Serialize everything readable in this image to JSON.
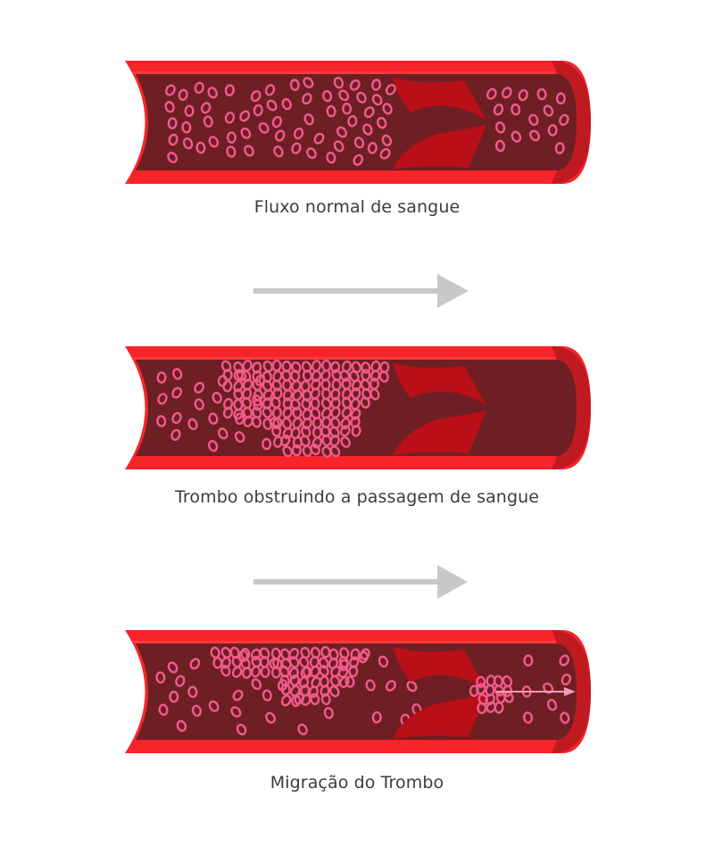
{
  "captions": {
    "normal": "Fluxo normal de sangue",
    "obstruction": "Trombo obstruindo a passagem de sangue",
    "migration": "Migração do Trombo"
  },
  "colors": {
    "vessel_outer": "#f7242a",
    "vessel_lumen": "#6e1f23",
    "vessel_cap": "#c01a21",
    "valve": "#b80f18",
    "cell": "#f25a8c",
    "arrow": "#c8c8c8",
    "migration_arrow": "#f59ab4"
  },
  "icons": {
    "flow_arrow": "right-arrow-icon",
    "migration_arrow": "right-arrow-icon"
  }
}
